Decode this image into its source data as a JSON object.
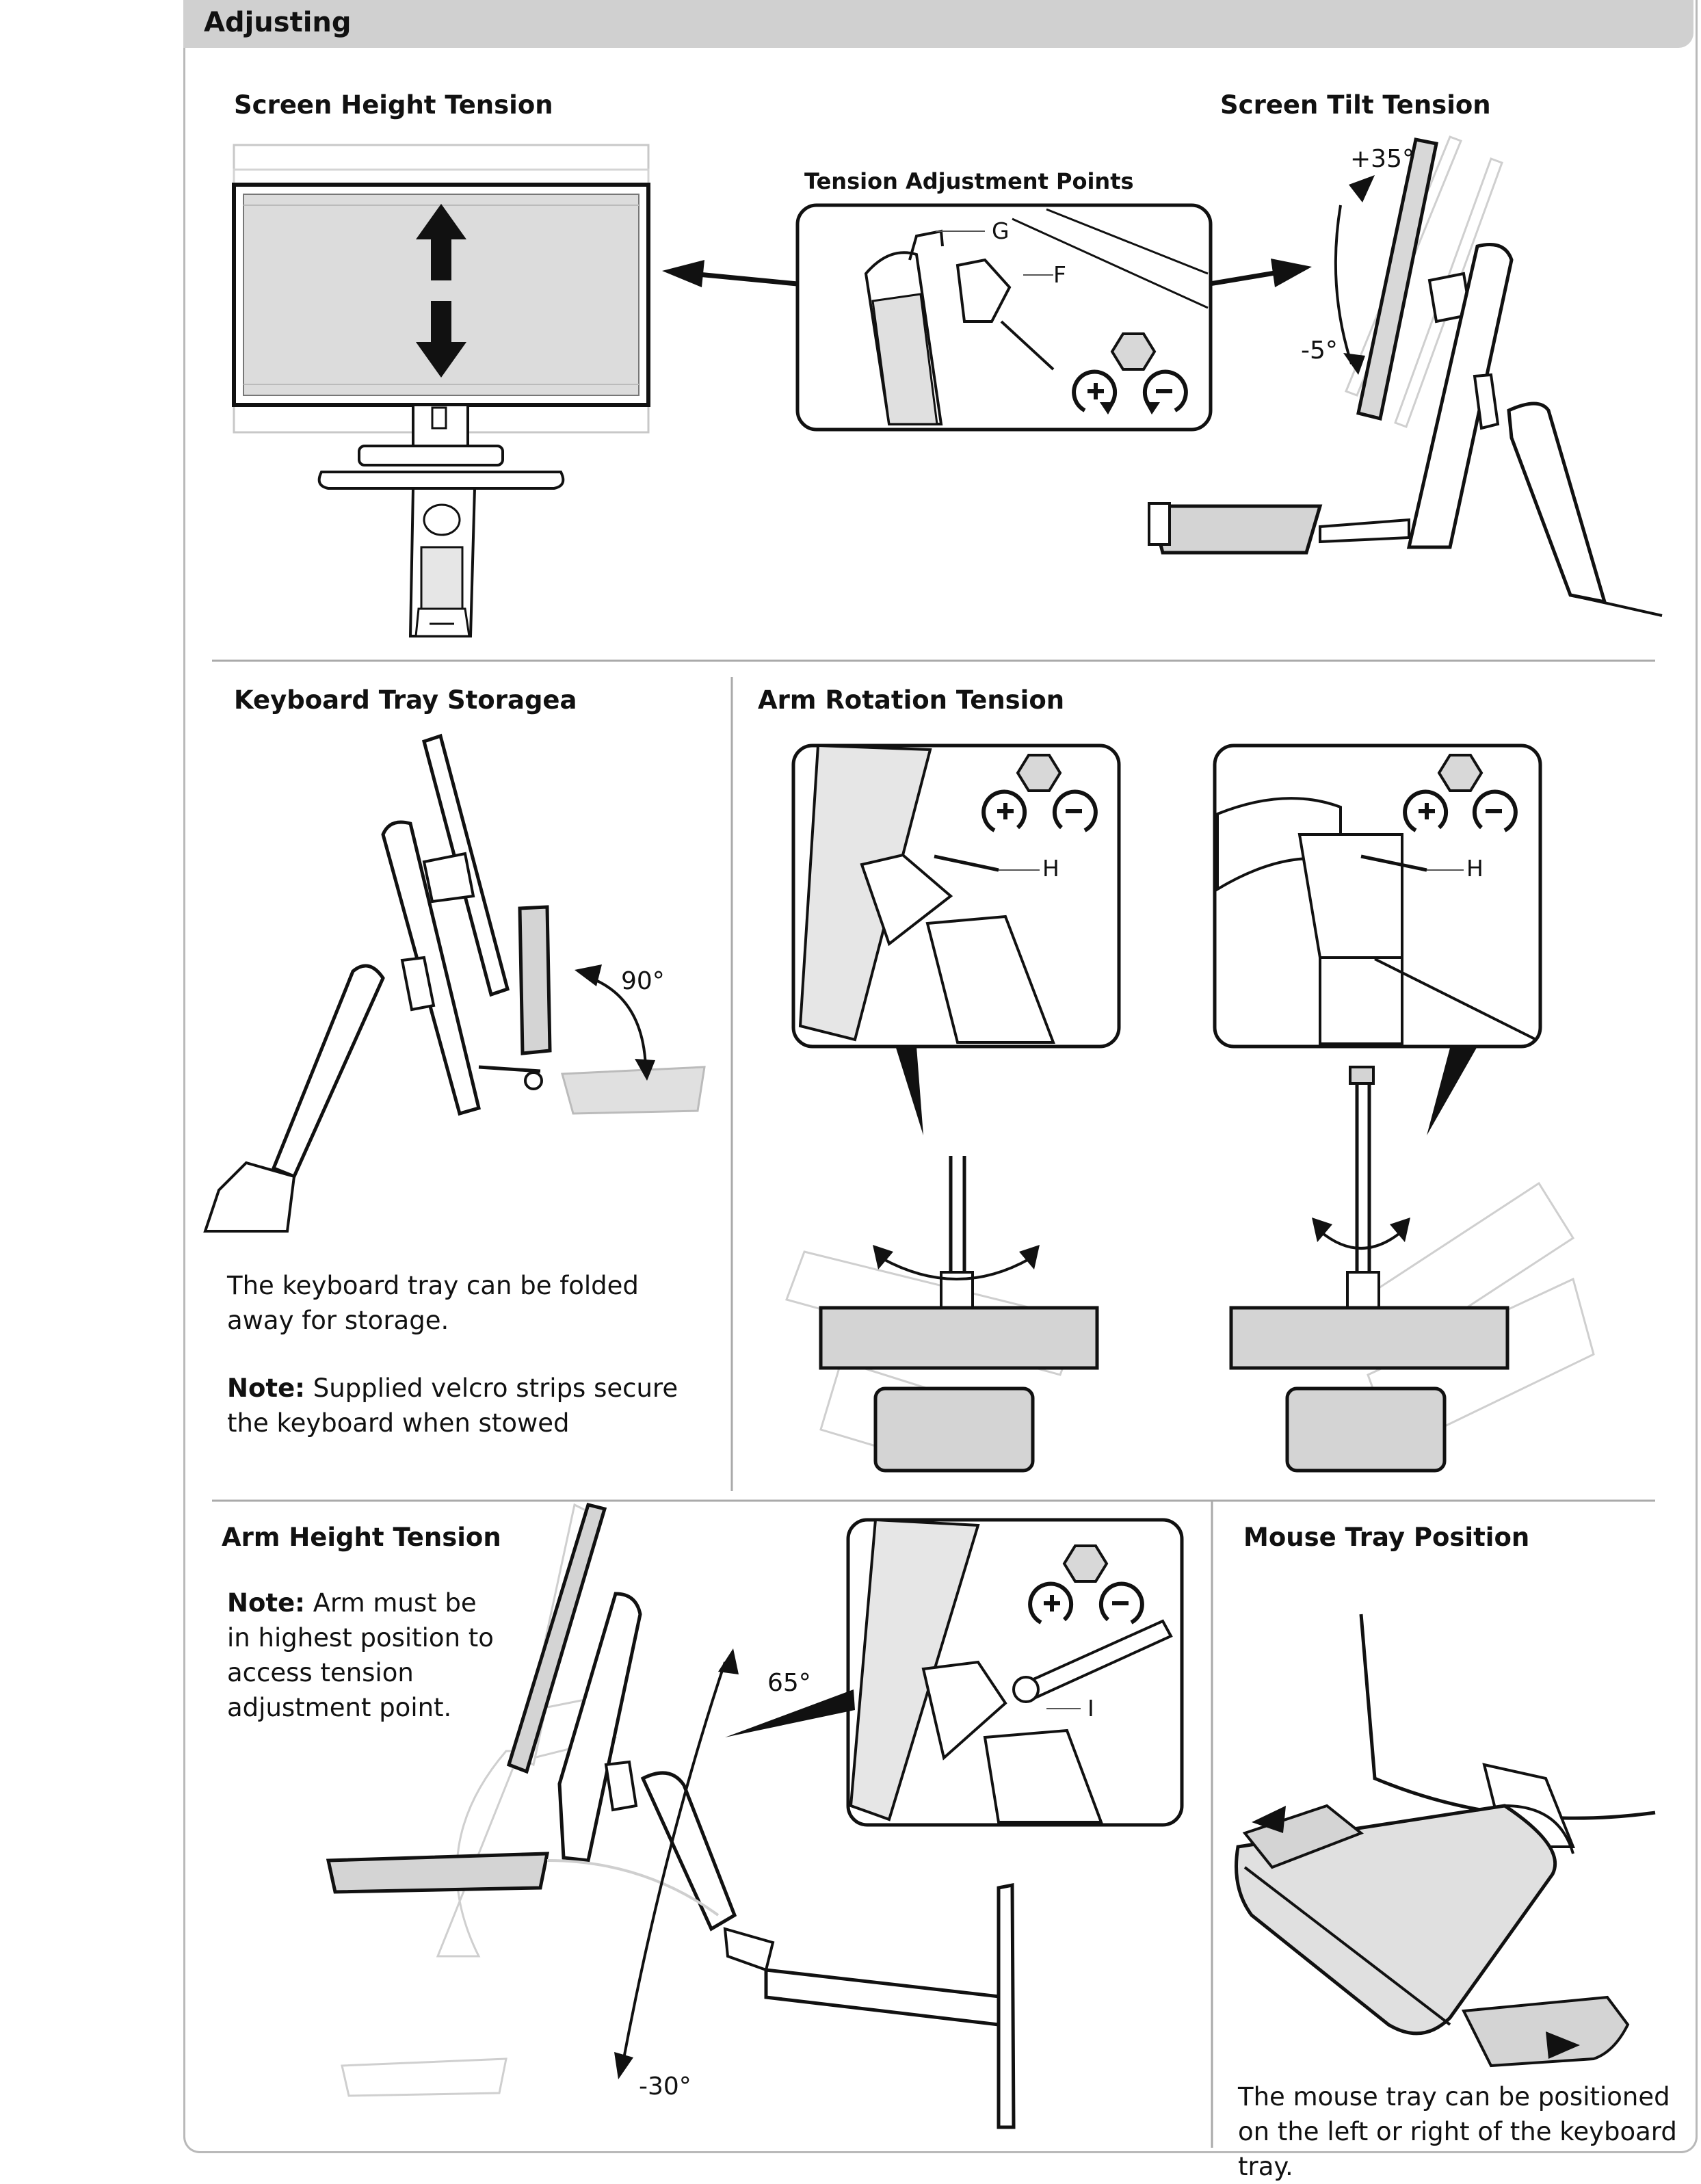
{
  "header": {
    "title": "Adjusting"
  },
  "sections": {
    "screen_height": {
      "title": "Screen Height Tension"
    },
    "tension_points": {
      "title": "Tension Adjustment Points",
      "callout_g": "G",
      "callout_f": "F"
    },
    "screen_tilt": {
      "title": "Screen Tilt Tension",
      "angle_up": "+35°",
      "angle_down": "-5°"
    },
    "keyboard_tray": {
      "title": "Keyboard Tray Storagea",
      "angle": "90°",
      "text": "The keyboard tray can be folded away for storage.",
      "note_label": "Note:",
      "note_text": "Supplied velcro strips secure the keyboard when stowed"
    },
    "arm_rotation": {
      "title": "Arm Rotation Tension",
      "callout_left": "H",
      "callout_right": "H"
    },
    "arm_height": {
      "title": "Arm Height Tension",
      "note_label": "Note:",
      "note_text": "Arm must be in highest position to access tension adjustment point.",
      "angle_up": "65°",
      "angle_down": "-30°",
      "callout": "I"
    },
    "mouse_tray": {
      "title": "Mouse Tray Position",
      "text": "The mouse tray can be positioned on the left or right of the keyboard tray."
    }
  },
  "icons": [
    "hex-bolt-icon",
    "tighten-plus-icon",
    "loosen-minus-icon",
    "up-down-arrow-icon",
    "double-arrow-icon"
  ]
}
